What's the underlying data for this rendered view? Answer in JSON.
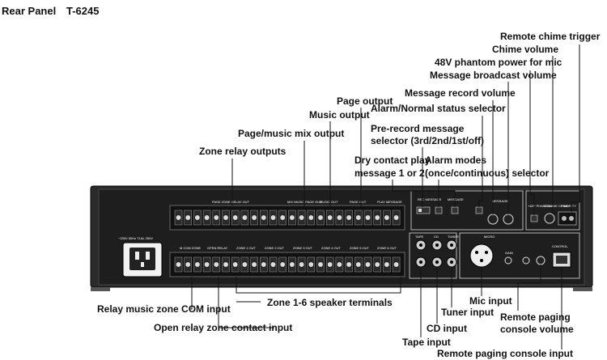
{
  "header": {
    "title": "Rear Panel",
    "model": "T-6245"
  },
  "labels": {
    "remote_chime_trigger": "Remote chime trigger",
    "chime_volume": "Chime volume",
    "phantom_power": "48V phantom power for mic",
    "message_broadcast_volume": "Message broadcast volume",
    "message_record_volume": "Message record volume",
    "alarm_normal_selector": "Alarm/Normal status selector",
    "page_output": "Page output",
    "music_output": "Music output",
    "prerecord_selector_1": "Pre-record message",
    "prerecord_selector_2": "selector (3rd/2nd/1st/off)",
    "page_music_mix_output": "Page/music mix output",
    "dry_contact_1": "Dry contact play",
    "dry_contact_2": "message 1 or 2",
    "alarm_modes_1": "Alarm modes",
    "alarm_modes_2": "(once/continuous) selector",
    "zone_relay_outputs": "Zone relay outputs",
    "zone_speaker_terminals": "Zone 1-6 speaker terminals",
    "relay_music_com_input": "Relay music zone COM input",
    "open_relay_contact_input": "Open relay zone contact input",
    "mic_input": "Mic input",
    "tuner_input": "Tuner input",
    "cd_input": "CD input",
    "tape_input": "Tape input",
    "remote_paging_volume_1": "Remote paging",
    "remote_paging_volume_2": "console volume",
    "remote_paging_console_input": "Remote paging console input"
  },
  "panel": {
    "power_label": "~230V  50Hz  T1AL  250V",
    "top_group_labels": [
      "PASE ZONE RELAY OUT",
      "MIX MUSIC PAGE OUT",
      "MUSIC OUT",
      "PAGE OUT",
      "PLAY MESSAGE"
    ],
    "bottom_group_labels": [
      "M COM ZONE",
      "OPEN RELAY",
      "ZONE 1 OUT",
      "ZONE 2 OUT",
      "ZONE 3 OUT",
      "ZONE 4 OUT",
      "ZONE 5 OUT",
      "ZONE 6 OUT"
    ],
    "rec_message_label": "REC MESSAGE",
    "message_label": "MESSAGE",
    "message2_label": "MESSAGE",
    "phantom_label": "+48V PHANTOM",
    "chime_label": "VOLUME CHIME",
    "priority_label": "PRIORITY",
    "tape_label": "TAPE",
    "cd_label": "CD",
    "tuner_label": "TUNER",
    "micro_label": "MICRO",
    "gain_label": "GAIN",
    "control_label": "CONTROL"
  }
}
